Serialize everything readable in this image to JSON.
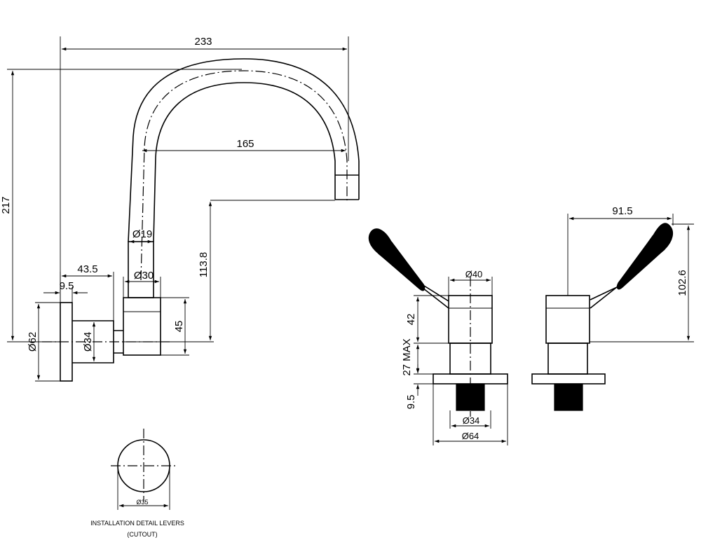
{
  "colors": {
    "line": "#000000",
    "background": "#ffffff",
    "fill": "#000000"
  },
  "dimensions": {
    "overall_width": "233",
    "spout_reach": "165",
    "overall_height": "217",
    "outlet_height": "113.8",
    "spout_diameter": "Ø19",
    "body_diameter": "Ø30",
    "wall_depth": "43.5",
    "flange_depth": "9.5",
    "flange_diameter": "Ø62",
    "shank_diameter": "Ø34",
    "body_height": "45",
    "lever_reach": "91.5",
    "lever_height": "102.6",
    "handle_diameter": "Ø40",
    "handle_body_height": "42",
    "mount_thickness_max": "27 MAX",
    "base_thickness": "9.5",
    "base_shank_diameter": "Ø34",
    "base_diameter": "Ø64",
    "cutout_diameter": "Ø35"
  },
  "installation_detail": {
    "title": "INSTALLATION DETAIL LEVERS",
    "subtitle": "(CUTOUT)"
  }
}
